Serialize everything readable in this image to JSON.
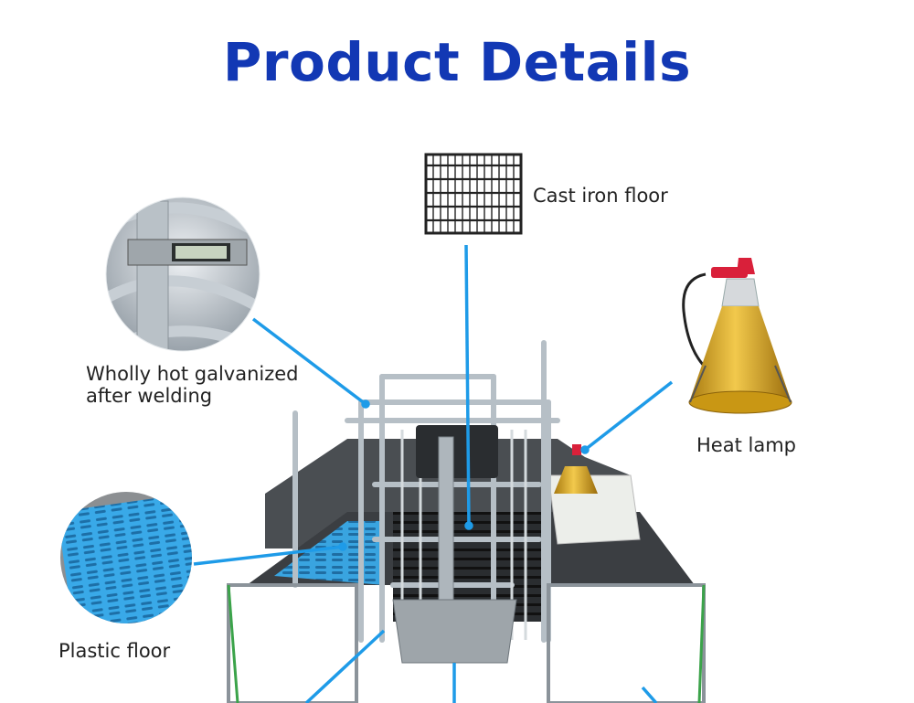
{
  "header": {
    "title": "Product Details"
  },
  "labels": {
    "cast_iron_floor": "Cast iron floor",
    "galvanized_line1": "Wholly hot galvanized",
    "galvanized_line2": "after welding",
    "heat_lamp": "Heat lamp",
    "plastic_floor": "Plastic floor"
  },
  "colors": {
    "title": "#1238b4",
    "callout_line": "#1e9be8",
    "plastic_floor": "#39a9e8",
    "lamp_gold": "#d9a520",
    "lamp_red": "#d9203a"
  }
}
